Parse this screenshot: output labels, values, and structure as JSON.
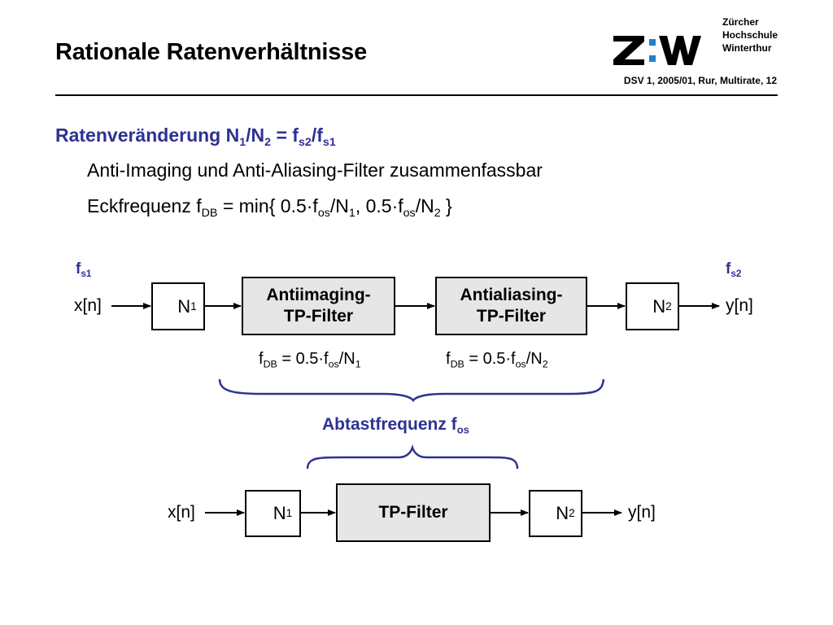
{
  "header": {
    "title": "Rationale Ratenverhältnisse",
    "reference": "DSV 1, 2005/01, Rur, Multirate, 12",
    "logo_mark": "Z:W",
    "logo_lines": [
      "Zürcher",
      "Hochschule",
      "Winterthur"
    ]
  },
  "content": {
    "heading": {
      "main": "Ratenveränderung N",
      "s1": "1",
      "t2": "/N",
      "s2": "2",
      "t3": " = f",
      "s3": "s2",
      "t4": "/f",
      "s4": "s1"
    },
    "line1": "Anti-Imaging und Anti-Aliasing-Filter zusammenfassbar",
    "line2": {
      "t1": "Eckfrequenz f",
      "s1": "DB",
      "t2": " = min{ 0.5·f",
      "s2": "os",
      "t3": "/N",
      "s3": "1",
      "t4": ", 0.5·f",
      "s4": "os",
      "t5": "/N",
      "s5": "2",
      "t6": " }"
    }
  },
  "diagram_top": {
    "fs1": {
      "t": "f",
      "s": "s1"
    },
    "fs2": {
      "t": "f",
      "s": "s2"
    },
    "input": "x[n]",
    "output": "y[n]",
    "upsampler": {
      "t": "N",
      "s": "1"
    },
    "antiimaging": [
      "Antiimaging-",
      "TP-Filter"
    ],
    "antialiasing": [
      "Antialiasing-",
      "TP-Filter"
    ],
    "downsampler": {
      "t": "N",
      "s": "2"
    },
    "fdb1": {
      "t1": "f",
      "s1": "DB",
      "t2": " = 0.5·f",
      "s2": "os",
      "t3": "/N",
      "s3": "1"
    },
    "fdb2": {
      "t1": "f",
      "s1": "DB",
      "t2": " = 0.5·f",
      "s2": "os",
      "t3": "/N",
      "s3": "2"
    }
  },
  "abtast": {
    "t": "Abtastfrequenz f",
    "s": "os"
  },
  "diagram_bottom": {
    "input": "x[n]",
    "output": "y[n]",
    "upsampler": {
      "t": "N",
      "s": "1"
    },
    "filter": "TP-Filter",
    "downsampler": {
      "t": "N",
      "s": "2"
    }
  },
  "colors": {
    "accent": "#2e3192",
    "logo_blue": "#1f7fd0",
    "box_fill": "#e6e6e6"
  }
}
